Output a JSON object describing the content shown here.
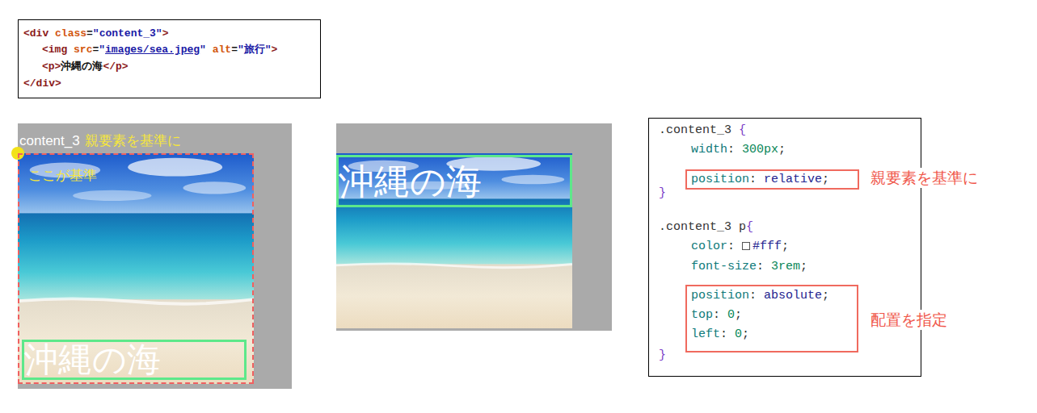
{
  "diagram": {
    "nodes": [
      {
        "text": [
          "<div class=\"content_3\">",
          "<img src=\"images/sea.jpeg\" alt=\"旅行\">",
          "<p>沖縄の海</p>",
          "</div>"
        ]
      },
      {
        "text": [
          "content_3",
          "親要素を基準に"
        ]
      },
      {
        "text": [
          "ここが基準"
        ],
        "in": 1
      },
      {
        "text": [
          "沖縄の海"
        ],
        "in": 2
      },
      {
        "text": [
          "沖縄の海"
        ]
      },
      {
        "text": [
          ".content_3 {",
          "width: 300px;",
          "}",
          ".content_3 p{",
          "color: #fff;",
          "font-size: 3rem;",
          "}"
        ]
      },
      {
        "text": [
          "position: relative;"
        ],
        "in": 5
      },
      {
        "text": [
          "position: absolute;",
          "top: 0;",
          "left: 0;"
        ],
        "in": 5
      }
    ],
    "labels": [
      "親要素を基準に",
      "配置を指定"
    ]
  }
}
